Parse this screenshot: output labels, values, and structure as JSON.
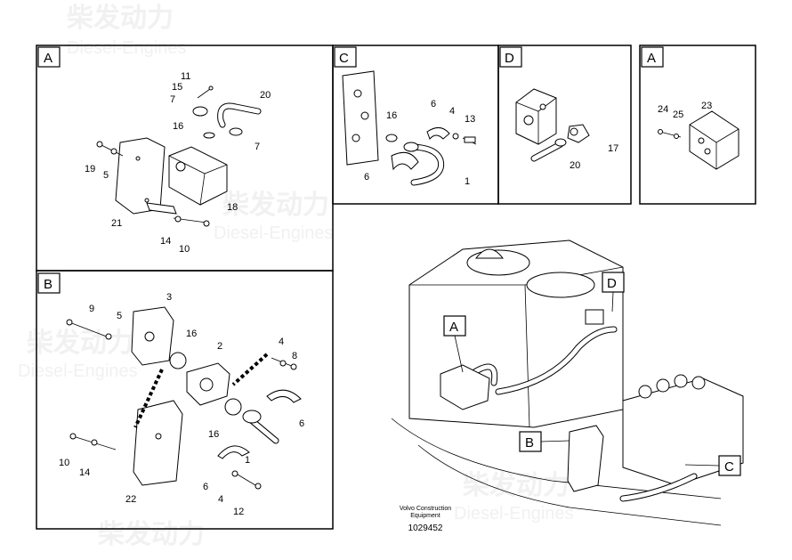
{
  "watermark": {
    "chinese": "柴发动力",
    "english": "Diesel-Engines"
  },
  "panels": [
    {
      "id": "A",
      "letter": "A",
      "labels": [
        "11",
        "15",
        "7",
        "20",
        "16",
        "7",
        "19",
        "5",
        "18",
        "21",
        "14",
        "10"
      ]
    },
    {
      "id": "B",
      "letter": "B",
      "labels": [
        "9",
        "5",
        "3",
        "16",
        "2",
        "4",
        "8",
        "6",
        "16",
        "1",
        "10",
        "14",
        "22",
        "6",
        "4",
        "12"
      ]
    },
    {
      "id": "C",
      "letter": "C",
      "labels": [
        "16",
        "6",
        "4",
        "13",
        "6",
        "1"
      ]
    },
    {
      "id": "D",
      "letter": "D",
      "labels": [
        "17",
        "20"
      ]
    },
    {
      "id": "A2",
      "letter": "A",
      "labels": [
        "24",
        "25",
        "23"
      ]
    }
  ],
  "callouts": [
    "A",
    "B",
    "C",
    "D"
  ],
  "caption": {
    "line1": "Volvo Construction",
    "line2": "Equipment",
    "number": "1029452"
  }
}
